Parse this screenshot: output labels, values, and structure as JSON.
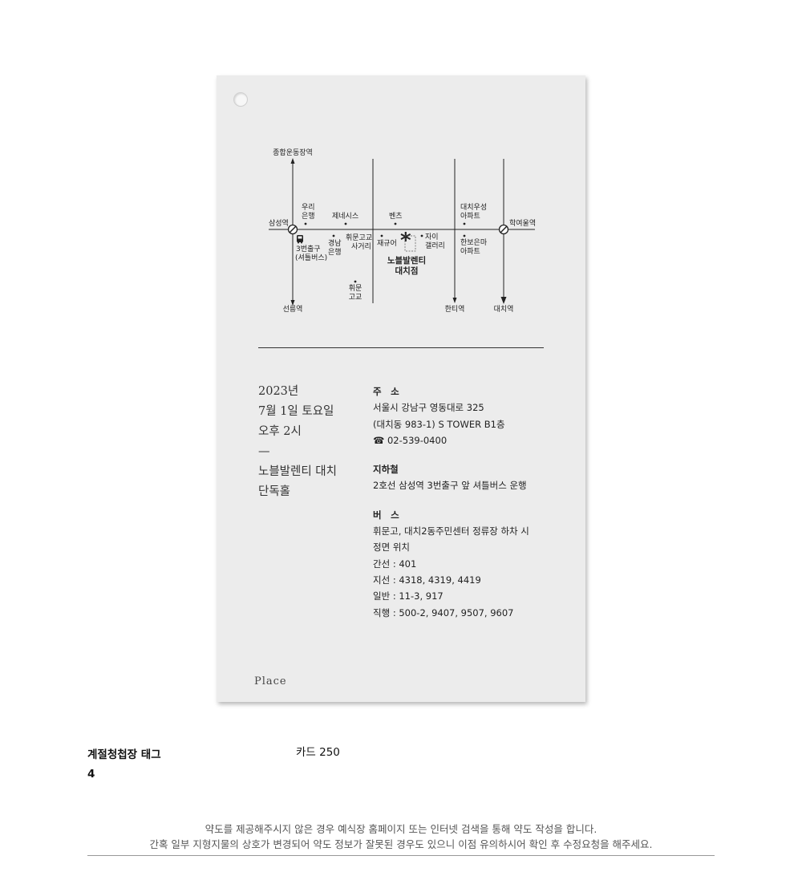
{
  "map": {
    "top_station": "종합운동장역",
    "bottom_left_station": "선릉역",
    "left_station": "삼성역",
    "right_station": "학여울역",
    "bottom_mid_station": "한티역",
    "bottom_right_station": "대치역",
    "woori_bank": [
      "우리",
      "은행"
    ],
    "genesis": "제네시스",
    "benz": "벤츠",
    "daechi_woosung": [
      "대치우성",
      "아파트"
    ],
    "exit3": [
      "3번출구",
      "(셔틀버스)"
    ],
    "kyungnam_bank": [
      "경남",
      "은행"
    ],
    "hwimun_intersection": [
      "휘문고교",
      "사거리"
    ],
    "jaguar": "재규어",
    "xi_gallery": [
      "자이",
      "갤러리"
    ],
    "hanbo_eunma": [
      "한보은마",
      "아파트"
    ],
    "venue": [
      "노블발렌티",
      "대치점"
    ],
    "hwimun_school": [
      "휘문",
      "고교"
    ]
  },
  "when": {
    "date": "2023년",
    "day": "7월 1일 토요일",
    "time": "오후 2시",
    "dash": "—",
    "venue_line1": "노블발렌티 대치",
    "venue_line2": "단독홀"
  },
  "address": {
    "heading": "주　소",
    "line1": "서울시 강남구 영동대로 325",
    "line2": "(대치동 983-1) S TOWER B1층",
    "phone": "☎ 02-539-0400"
  },
  "subway": {
    "heading": "지하철",
    "line1": "2호선 삼성역 3번출구 앞 셔틀버스 운행"
  },
  "bus": {
    "heading": "버　스",
    "line1": "휘문고, 대치2동주민센터 정류장 하차 시",
    "line2": "정면 위치",
    "line3": "간선 : 401",
    "line4": "지선 : 4318, 4319, 4419",
    "line5": "일반 : 11-3, 917",
    "line6": "직행 : 500-2, 9407, 9507, 9607"
  },
  "card_footer": "Place",
  "caption": {
    "product": "계절청첩장 태그",
    "number": "4",
    "paper": "카드 250"
  },
  "notes": {
    "line1": "약도를 제공해주시지 않은 경우 예식장 홈페이지 또는 인터넷 검색을 통해 약도 작성을 합니다.",
    "line2": "간혹 일부 지형지물의 상호가 변경되어 약도 정보가 잘못된 경우도 있으니 이점 유의하시어 확인 후 수정요청을 해주세요."
  }
}
